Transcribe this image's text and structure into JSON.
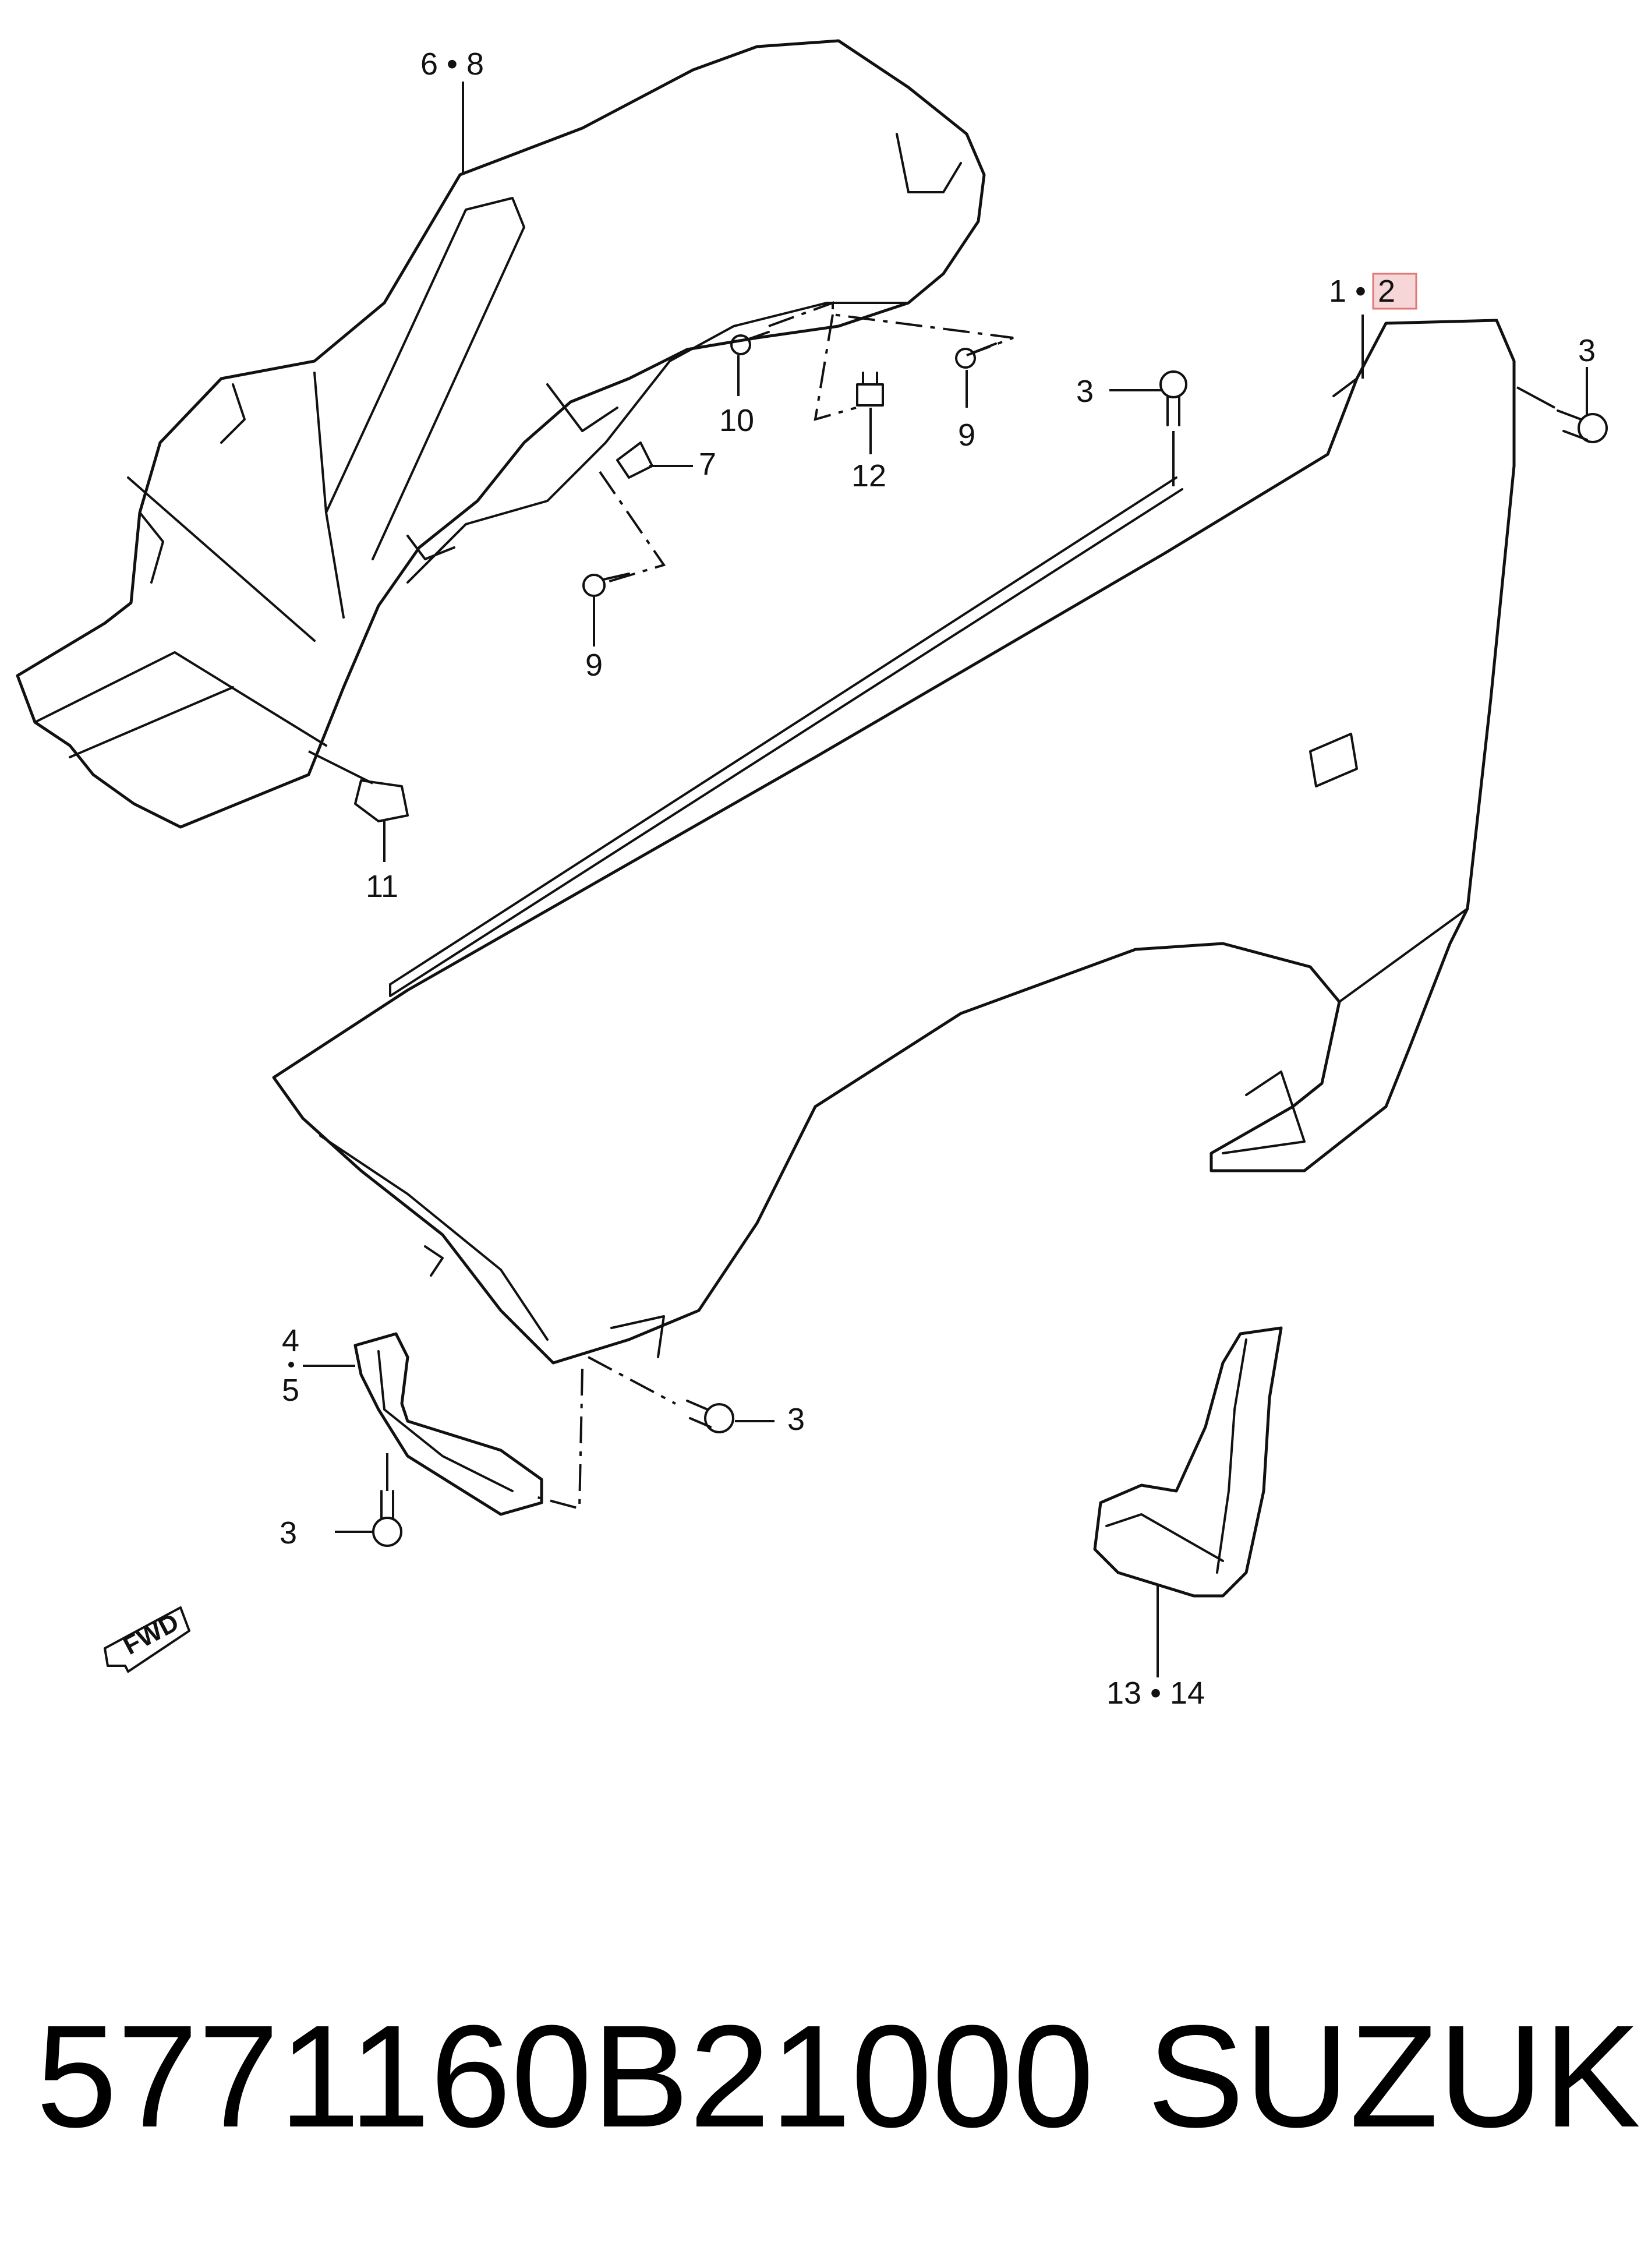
{
  "callouts": {
    "c1_2": "1 • ",
    "c1_2_highlight": "2",
    "c6_8": "6 • 8",
    "c3_bolt_top": "3",
    "c3_bolt_right": "3",
    "c3_bolt_mid": "3",
    "c3_bolt_low": "3",
    "c4": "4",
    "c5": "5",
    "c7": "7",
    "c9_upper": "9",
    "c9_lower": "9",
    "c10": "10",
    "c11": "11",
    "c12": "12",
    "c13_14": "13 • 14"
  },
  "direction_arrow": "FWD",
  "footer": {
    "part_number": "5771160B21000",
    "brand": "SUZUKI"
  }
}
